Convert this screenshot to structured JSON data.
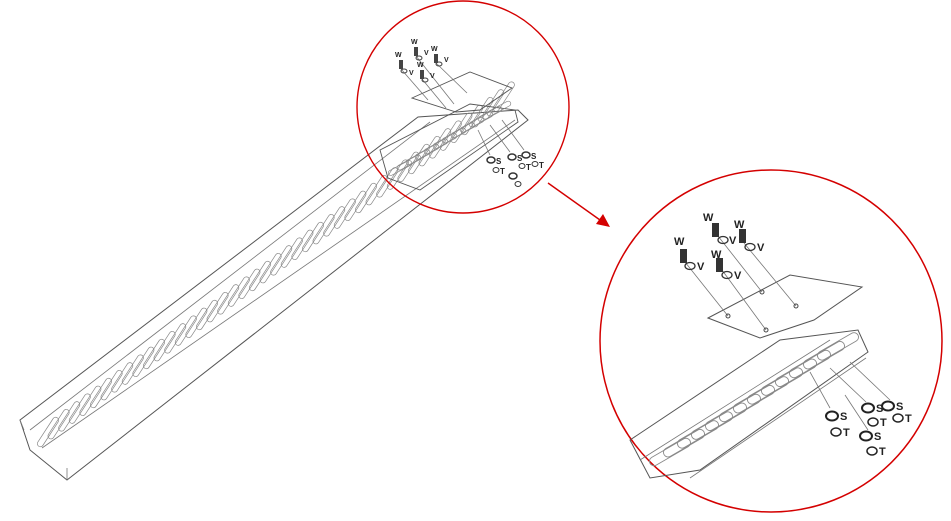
{
  "colors": {
    "callout": "#d40000",
    "lineart": "#555555",
    "background": "#ffffff"
  },
  "labels": {
    "small_w": [
      "W",
      "W",
      "W",
      "W"
    ],
    "small_v": [
      "V",
      "V",
      "V",
      "V"
    ],
    "small_s": [
      "S",
      "S",
      "S"
    ],
    "small_t": [
      "T",
      "T",
      "T"
    ],
    "big_w": [
      "W",
      "W",
      "W",
      "W"
    ],
    "big_v": [
      "V",
      "V",
      "V",
      "V"
    ],
    "big_s": [
      "S",
      "S",
      "S",
      "S"
    ],
    "big_t": [
      "T",
      "T",
      "T",
      "T"
    ]
  }
}
